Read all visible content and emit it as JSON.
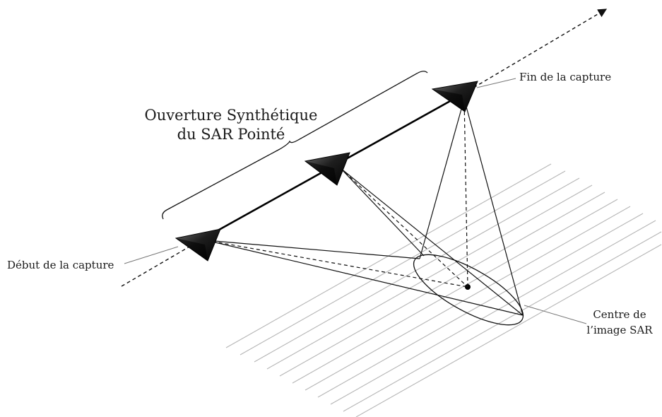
{
  "labels": {
    "aperture_line1": "Ouverture Synthétique",
    "aperture_line2": "du SAR Pointé",
    "start": "Début de la capture",
    "end": "Fin de la capture",
    "center_line1": "Centre de",
    "center_line2": "l’image SAR"
  },
  "colors": {
    "ink": "#111111",
    "grid": "#b5b5b5",
    "leader": "#777777"
  }
}
